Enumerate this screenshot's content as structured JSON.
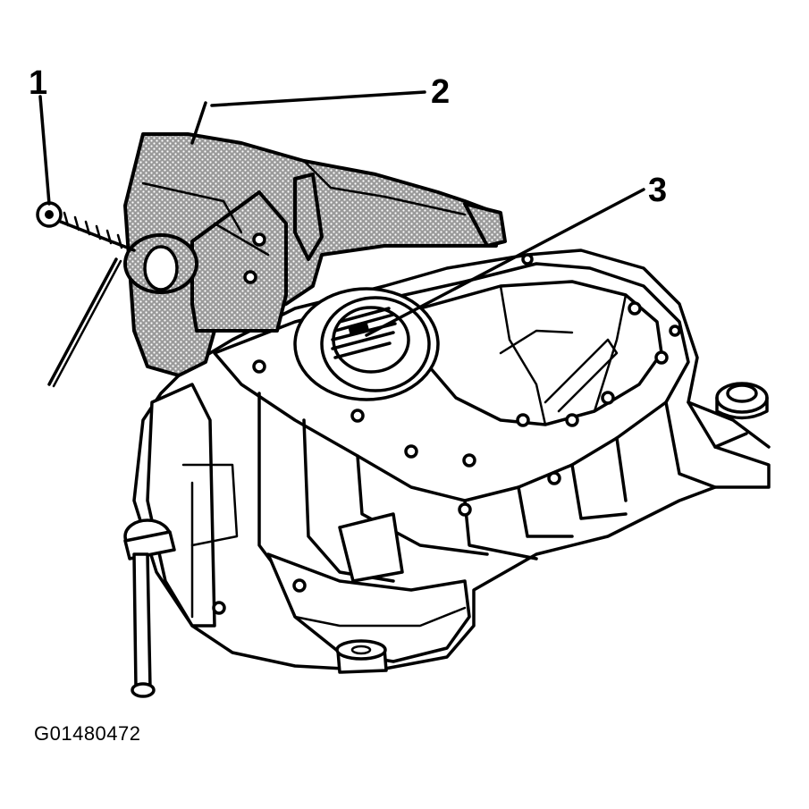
{
  "figure_id": "G01480472",
  "callouts": [
    {
      "id": "callout-1",
      "label": "1"
    },
    {
      "id": "callout-2",
      "label": "2"
    },
    {
      "id": "callout-3",
      "label": "3"
    }
  ],
  "colors": {
    "line": "#000000",
    "background": "#ffffff",
    "tool_shading": "#8a8a8a"
  }
}
